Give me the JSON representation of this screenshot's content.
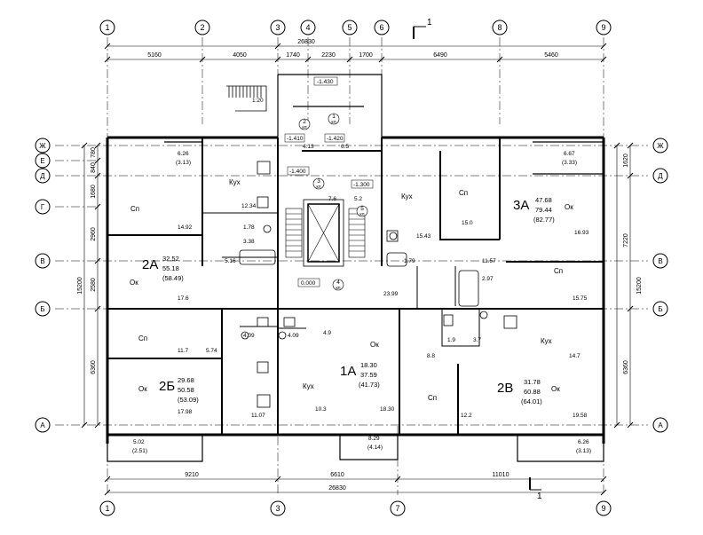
{
  "axes": {
    "top": [
      "1",
      "2",
      "3",
      "4",
      "5",
      "6",
      "8",
      "9"
    ],
    "bottom": [
      "1",
      "3",
      "7",
      "9"
    ],
    "left": [
      "Ж",
      "Е",
      "Д",
      "Г",
      "В",
      "Б",
      "А"
    ],
    "right": [
      "Ж",
      "Д",
      "В",
      "Б",
      "А"
    ]
  },
  "section_mark": "1",
  "dimensions": {
    "overall_top": "26830",
    "top_chain": [
      "5160",
      "4050",
      "1740",
      "2230",
      "1700",
      "6490",
      "5460"
    ],
    "bottom_chain": [
      "9210",
      "6610",
      "11010"
    ],
    "overall_bottom": "26830",
    "left_chain": [
      "780",
      "840",
      "1680",
      "2960",
      "2580",
      "6360"
    ],
    "left_total": "15200",
    "right_chain": [
      "1620",
      "7220",
      "6360"
    ],
    "right_total": "15200"
  },
  "ramp": {
    "slope": "1:20"
  },
  "level_marks": [
    "-1.430",
    "-1.410",
    "-1.420",
    "-1.400",
    "-1.300",
    "0.000"
  ],
  "vestibule": {
    "rooms": [
      "2",
      "1"
    ],
    "tag": "кл",
    "values": [
      "4.13",
      "6.5"
    ]
  },
  "stair": {
    "tag": "кл",
    "rooms": [
      "3",
      "5",
      "4"
    ],
    "values": [
      "7.6",
      "5.2"
    ]
  },
  "apartments": [
    {
      "id": "2А",
      "values": [
        "32.52",
        "55.18",
        "(58.49)"
      ]
    },
    {
      "id": "3А",
      "values": [
        "47.68",
        "79.44",
        "(82.77)"
      ]
    },
    {
      "id": "2Б",
      "values": [
        "29.68",
        "50.58",
        "(53.09)"
      ]
    },
    {
      "id": "1А",
      "values": [
        "18.30",
        "37.59",
        "(41.73)"
      ]
    },
    {
      "id": "2В",
      "values": [
        "31.78",
        "60.88",
        "(64.01)"
      ]
    }
  ],
  "room_labels": {
    "kitchen": "Кух",
    "bedroom": "Сп",
    "living": "Ок"
  },
  "areas": [
    "6.26",
    "(3.13)",
    "12.34",
    "14.92",
    "1.78",
    "3.38",
    "5.16",
    "17.6",
    "15.43",
    "15.0",
    "1.79",
    "6.67",
    "(3.33)",
    "16.93",
    "11.57",
    "2.97",
    "15.75",
    "23.99",
    "11.7",
    "5.74",
    "4.09",
    "4.09",
    "4.9",
    "17.98",
    "11.07",
    "10.3",
    "18.30",
    "1.9",
    "3.7",
    "8.8",
    "14.7",
    "12.2",
    "19.58",
    "5.02",
    "(2.51)",
    "8.29",
    "(4.14)",
    "6.26",
    "(3.13)"
  ]
}
